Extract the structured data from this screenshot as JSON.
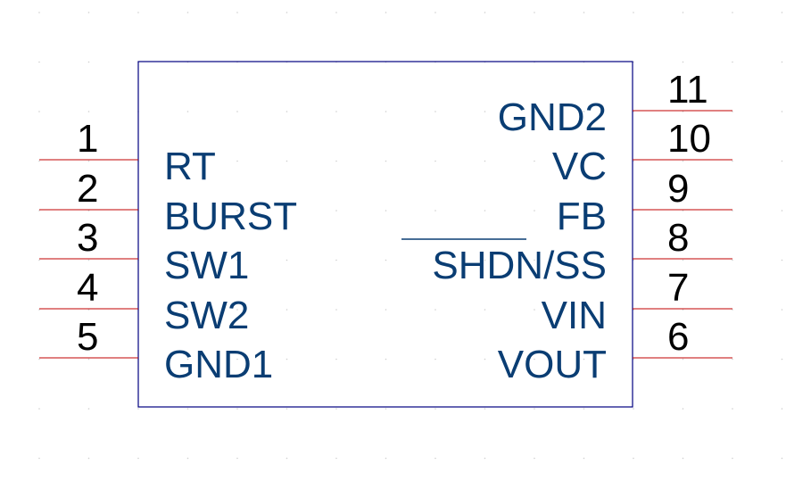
{
  "component": {
    "left_pins": [
      {
        "number": "1",
        "name": "RT"
      },
      {
        "number": "2",
        "name": "BURST"
      },
      {
        "number": "3",
        "name": "SW1"
      },
      {
        "number": "4",
        "name": "SW2"
      },
      {
        "number": "5",
        "name": "GND1"
      }
    ],
    "right_pins": [
      {
        "number": "11",
        "name": "GND2",
        "overbar": false
      },
      {
        "number": "10",
        "name": "VC",
        "overbar": false
      },
      {
        "number": "9",
        "name": "FB",
        "overbar": false
      },
      {
        "number": "8",
        "name": "SHDN/SS",
        "overbar": true
      },
      {
        "number": "7",
        "name": "VIN",
        "overbar": false
      },
      {
        "number": "6",
        "name": "VOUT",
        "overbar": false
      }
    ]
  },
  "colors": {
    "pin_line": "#c00000",
    "body_outline": "#000080",
    "pin_name_text": "#0a3d73",
    "pin_number_text": "#000000"
  }
}
